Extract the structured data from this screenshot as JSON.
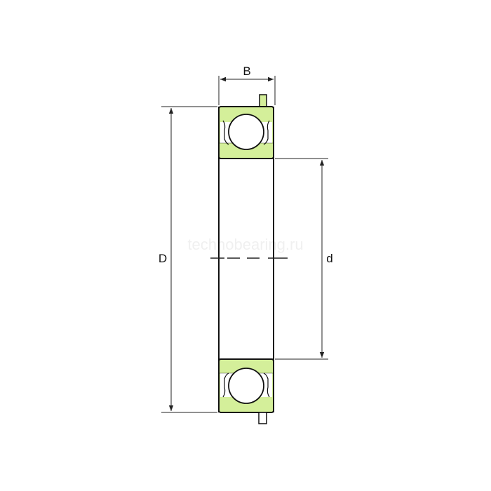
{
  "diagram": {
    "type": "deep groove ball bearing cross-section",
    "labels": {
      "width": "B",
      "outer_diameter": "D",
      "inner_diameter": "d"
    },
    "watermark": "technobearing.ru",
    "colors": {
      "ring_fill": "#d4ef9a",
      "outline": "#111111",
      "dimension_line": "#222222",
      "background": "#ffffff"
    }
  }
}
